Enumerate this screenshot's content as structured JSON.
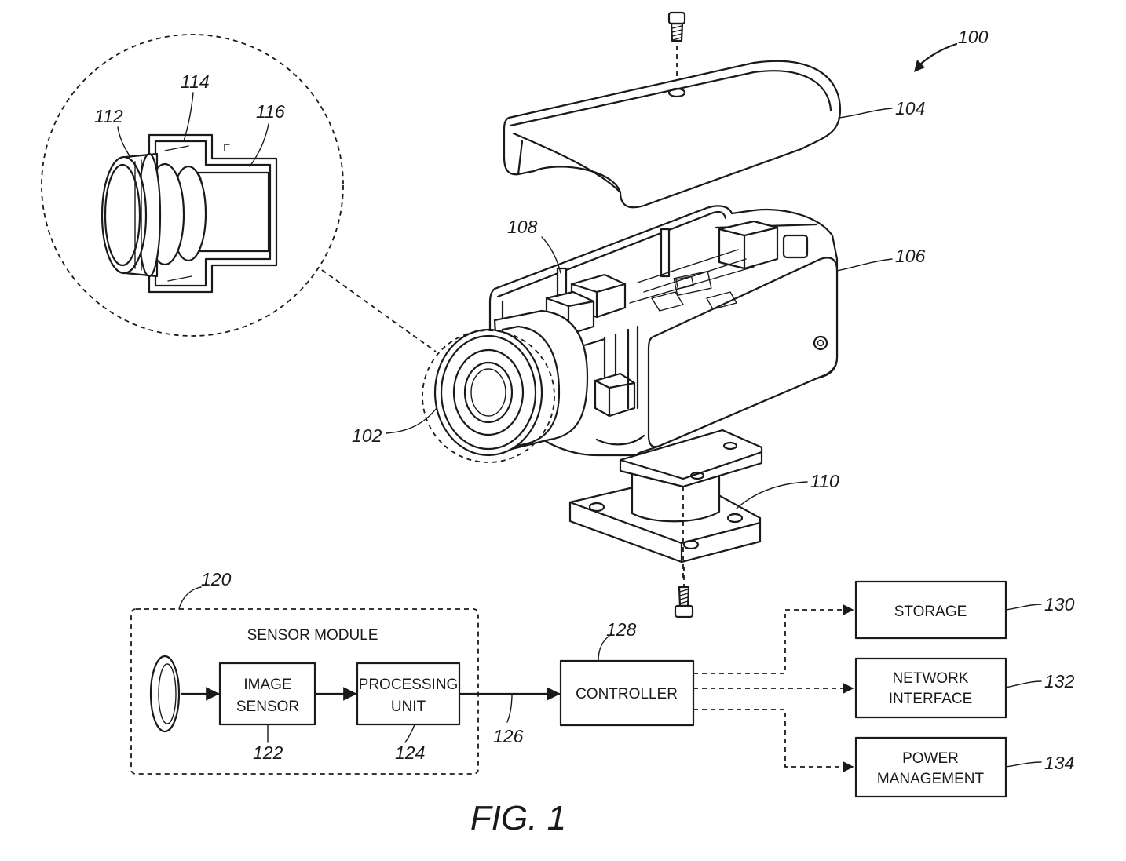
{
  "figure_label": "FIG. 1",
  "refs": {
    "r100": "100",
    "r102": "102",
    "r104": "104",
    "r106": "106",
    "r108": "108",
    "r110": "110",
    "r112": "112",
    "r114": "114",
    "r116": "116",
    "r120": "120",
    "r122": "122",
    "r124": "124",
    "r126": "126",
    "r128": "128",
    "r130": "130",
    "r132": "132",
    "r134": "134"
  },
  "blocks": {
    "sensor_module": "SENSOR MODULE",
    "image_sensor": [
      "IMAGE",
      "SENSOR"
    ],
    "processing_unit": [
      "PROCESSING",
      "UNIT"
    ],
    "controller": "CONTROLLER",
    "storage": "STORAGE",
    "network_interface": [
      "NETWORK",
      "INTERFACE"
    ],
    "power_management": [
      "POWER",
      "MANAGEMENT"
    ]
  }
}
